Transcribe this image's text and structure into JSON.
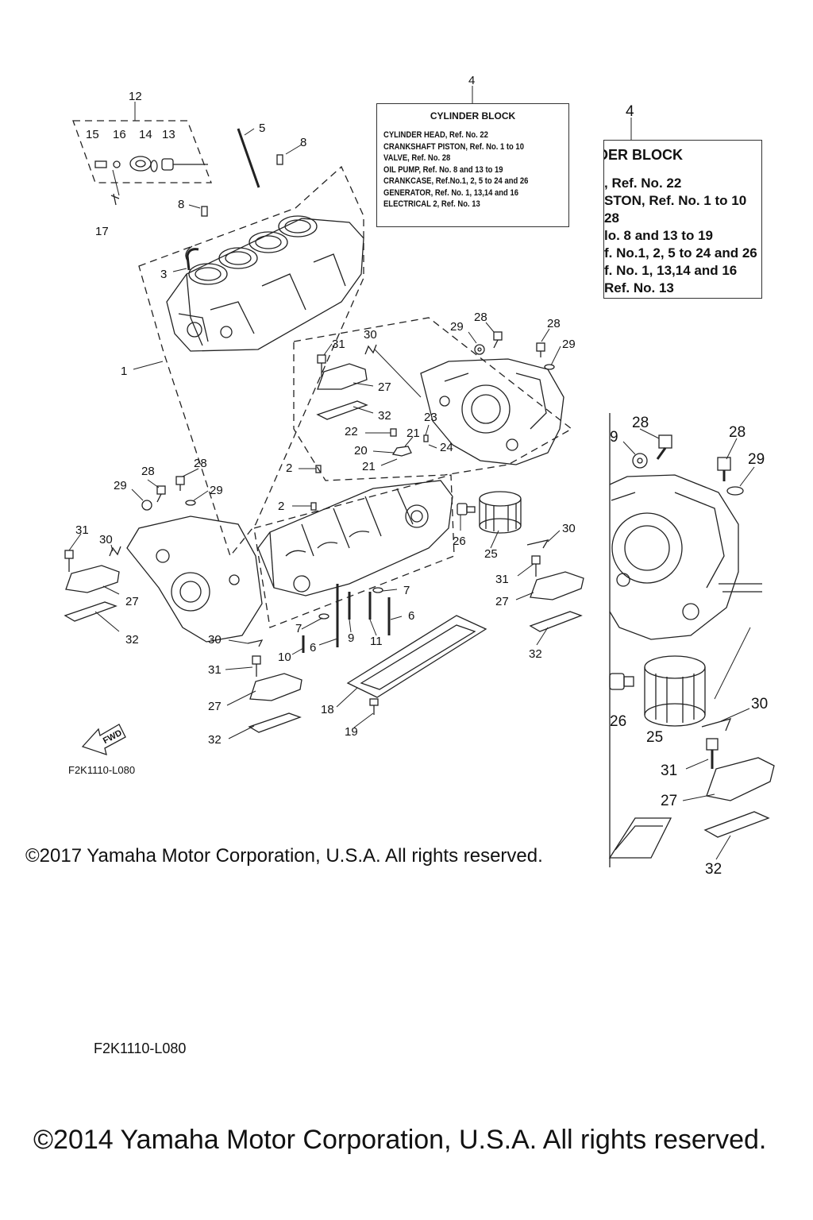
{
  "legend": {
    "callout": "4",
    "title": "CYLINDER BLOCK",
    "lines": [
      "CYLINDER HEAD, Ref. No. 22",
      "CRANKSHAFT PISTON, Ref. No. 1 to 10",
      "VALVE, Ref. No. 28",
      "OIL PUMP, Ref. No. 8 and 13 to 19",
      "CRANKCASE, Ref.No.1, 2, 5 to 24 and 26",
      "GENERATOR, Ref. No. 1, 13,14 and 16",
      "ELECTRICAL 2, Ref. No. 13"
    ]
  },
  "legend_zoom": {
    "callout": "4",
    "title": "DER BLOCK",
    "lines": [
      ", Ref. No. 22",
      "STON, Ref. No. 1 to 10",
      " 28",
      "lo. 8 and 13 to 19",
      "f. No.1, 2, 5 to 24 and 26",
      "f. No. 1, 13,14 and 16",
      "Ref. No. 13"
    ]
  },
  "callouts": {
    "c12": "12",
    "c15": "15",
    "c16": "16",
    "c14": "14",
    "c13": "13",
    "c17": "17",
    "c5": "5",
    "c8a": "8",
    "c8b": "8",
    "c3": "3",
    "c1": "1",
    "c31a": "31",
    "c30a": "30",
    "c27a": "27",
    "c32a": "32",
    "c29a": "29",
    "c28a": "28",
    "c28b": "28",
    "c29b": "29",
    "c22": "22",
    "c23": "23",
    "c21a": "21",
    "c20": "20",
    "c21b": "21",
    "c24": "24",
    "c2a": "2",
    "c2b": "2",
    "c28c": "28",
    "c29c": "29",
    "c28d": "28",
    "c29d": "29",
    "c31b": "31",
    "c30b": "30",
    "c27b": "27",
    "c32b": "32",
    "c26": "26",
    "c25": "25",
    "c30c": "30",
    "c31c": "31",
    "c27c": "27",
    "c32c": "32",
    "c7a": "7",
    "c7b": "7",
    "c6a": "6",
    "c6b": "6",
    "c9": "9",
    "c11": "11",
    "c10": "10",
    "c30d": "30",
    "c31d": "31",
    "c27d": "27",
    "c32d": "32",
    "c18": "18",
    "c19": "19",
    "z28a": "28",
    "z9": "9",
    "z28b": "28",
    "z29": "29",
    "z30": "30",
    "z26": "26",
    "z25": "25",
    "z31": "31",
    "z27": "27",
    "z32": "32"
  },
  "fwd_label": "FWD",
  "diagram_code_small": "F2K1110-L080",
  "diagram_code_large": "F2K1110-L080",
  "copyright_2017": "©2017 Yamaha Motor Corporation, U.S.A. All rights reserved.",
  "copyright_2014": "©2014 Yamaha Motor Corporation, U.S.A. All rights reserved."
}
